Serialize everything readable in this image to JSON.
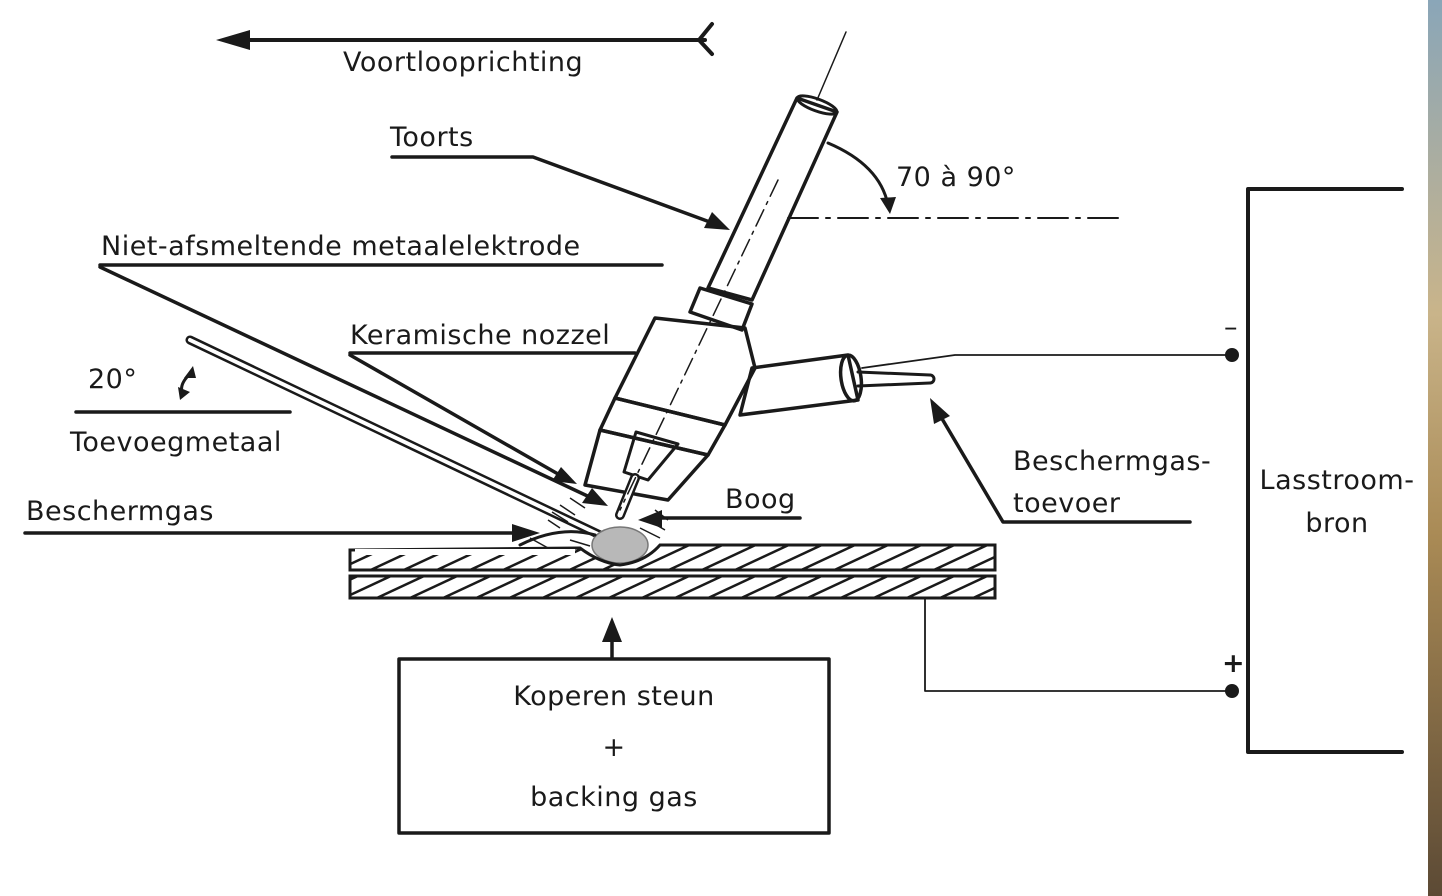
{
  "labels": {
    "direction": "Voortlooprichting",
    "torch": "Toorts",
    "angle_torch": "70 à 90°",
    "electrode": "Niet-afsmeltende metaalelektrode",
    "nozzle": "Keramische nozzel",
    "angle_filler": "20°",
    "filler": "Toevoegmetaal",
    "shield_gas": "Beschermgas",
    "arc": "Boog",
    "gas_supply_line1": "Beschermgas-",
    "gas_supply_line2": "toevoer",
    "power_line1": "Lasstroom-",
    "power_line2": "bron",
    "minus": "–",
    "plus": "+",
    "backing_line1": "Koperen steun",
    "backing_line2": "+",
    "backing_line3": "backing gas"
  },
  "colors": {
    "ink": "#1a1a1a",
    "weld_pool": "#b8b8b8"
  }
}
